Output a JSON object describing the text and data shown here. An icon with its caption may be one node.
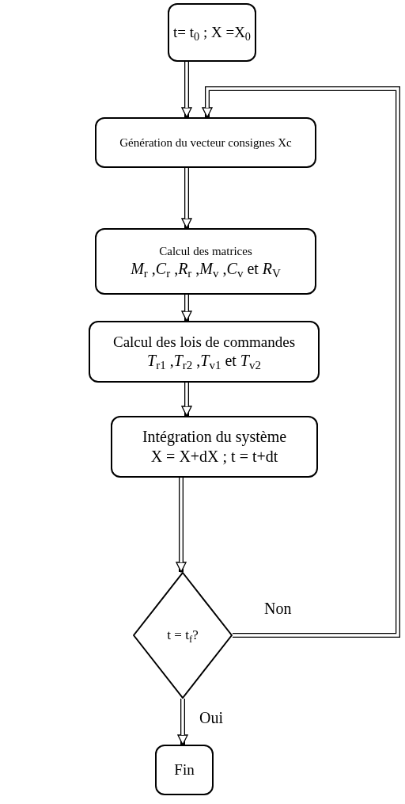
{
  "diagram": {
    "nodes": [
      {
        "text": [
          "t= t$_{0}$ ; X =X$_{0}$"
        ]
      },
      {
        "text": [
          "Génération du vecteur consignes Xc"
        ]
      },
      {
        "text": [
          "Calcul des matrices",
          "*M*$_{r}$ ,*C*$_{r}$ ,*R*$_{r}$ ,*M*$_{v}$ ,*C*$_{v}$ et *R*$_{V}$"
        ]
      },
      {
        "text": [
          "Calcul des lois de commandes",
          "*T*$_{r1}$ ,*T*$_{r2}$ ,*T*$_{v1}$ et *T*$_{v2}$"
        ]
      },
      {
        "text": [
          "Intégration du système",
          "X = X+dX ; t = t+dt"
        ]
      },
      {
        "text": [
          "t = t$_{f}$?"
        ]
      },
      {
        "text": [
          "Fin"
        ]
      }
    ],
    "edges": [
      {
        "from": 0,
        "to": 1,
        "arrow": "to"
      },
      {
        "from": 1,
        "to": 2,
        "arrow": "to"
      },
      {
        "from": 2,
        "to": 3,
        "arrow": "to"
      },
      {
        "from": 3,
        "to": 4,
        "arrow": "to"
      },
      {
        "from": 4,
        "to": 5,
        "arrow": "to"
      },
      {
        "from": 5,
        "to": 6,
        "arrow": "to",
        "label": "Oui"
      },
      {
        "from": 5,
        "to": 1,
        "arrow": "to",
        "label": "Non"
      }
    ]
  }
}
